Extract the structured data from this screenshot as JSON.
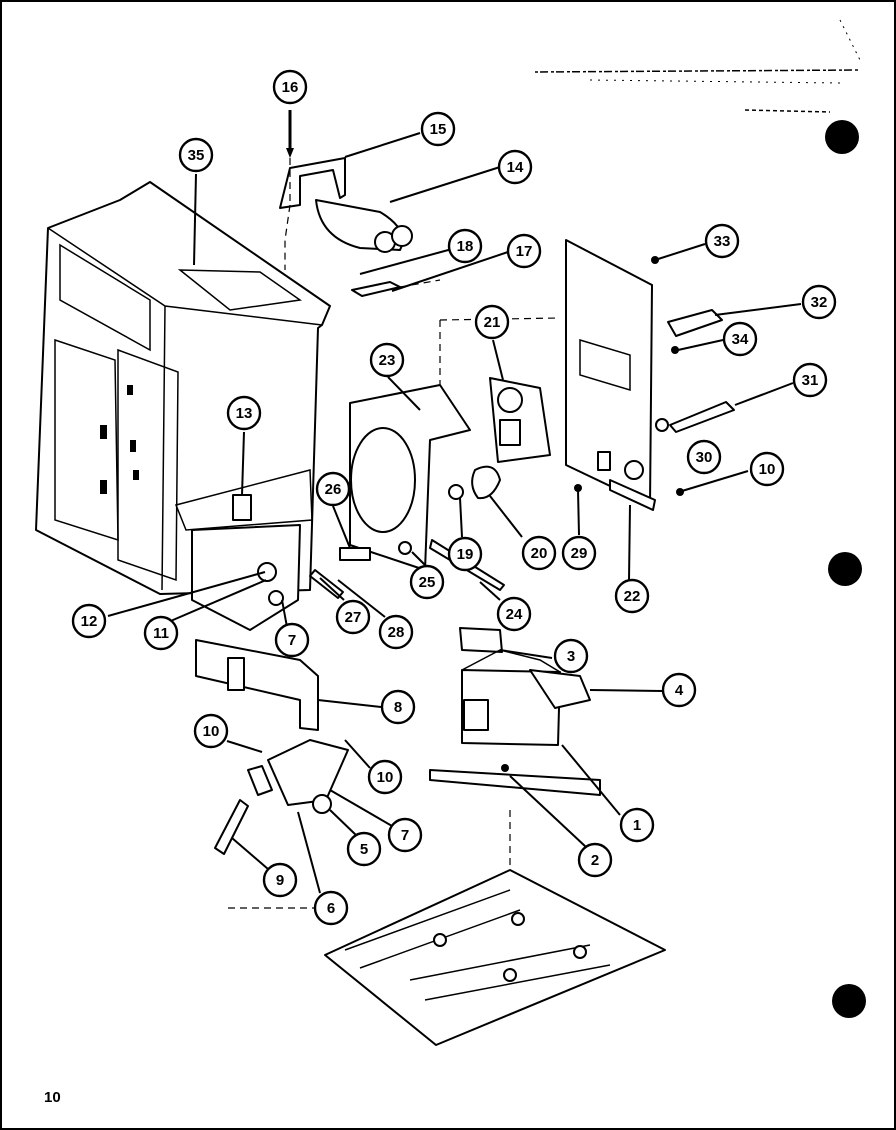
{
  "page": {
    "page_number": "10"
  },
  "colors": {
    "ink": "#000000",
    "paper": "#ffffff"
  },
  "callouts": [
    {
      "id": "c16",
      "label": "16"
    },
    {
      "id": "c15",
      "label": "15"
    },
    {
      "id": "c35",
      "label": "35"
    },
    {
      "id": "c14",
      "label": "14"
    },
    {
      "id": "c18",
      "label": "18"
    },
    {
      "id": "c17",
      "label": "17"
    },
    {
      "id": "c33",
      "label": "33"
    },
    {
      "id": "c32",
      "label": "32"
    },
    {
      "id": "c21",
      "label": "21"
    },
    {
      "id": "c34",
      "label": "34"
    },
    {
      "id": "c23",
      "label": "23"
    },
    {
      "id": "c31",
      "label": "31"
    },
    {
      "id": "c13",
      "label": "13"
    },
    {
      "id": "c30",
      "label": "30"
    },
    {
      "id": "c10a",
      "label": "10"
    },
    {
      "id": "c26",
      "label": "26"
    },
    {
      "id": "c19",
      "label": "19"
    },
    {
      "id": "c20",
      "label": "20"
    },
    {
      "id": "c29",
      "label": "29"
    },
    {
      "id": "c25",
      "label": "25"
    },
    {
      "id": "c22",
      "label": "22"
    },
    {
      "id": "c24",
      "label": "24"
    },
    {
      "id": "c12",
      "label": "12"
    },
    {
      "id": "c27",
      "label": "27"
    },
    {
      "id": "c11",
      "label": "11"
    },
    {
      "id": "c28",
      "label": "28"
    },
    {
      "id": "c7a",
      "label": "7"
    },
    {
      "id": "c3",
      "label": "3"
    },
    {
      "id": "c4",
      "label": "4"
    },
    {
      "id": "c8",
      "label": "8"
    },
    {
      "id": "c10b",
      "label": "10"
    },
    {
      "id": "c10c",
      "label": "10"
    },
    {
      "id": "c7b",
      "label": "7"
    },
    {
      "id": "c1",
      "label": "1"
    },
    {
      "id": "c5",
      "label": "5"
    },
    {
      "id": "c2",
      "label": "2"
    },
    {
      "id": "c9",
      "label": "9"
    },
    {
      "id": "c6",
      "label": "6"
    }
  ]
}
